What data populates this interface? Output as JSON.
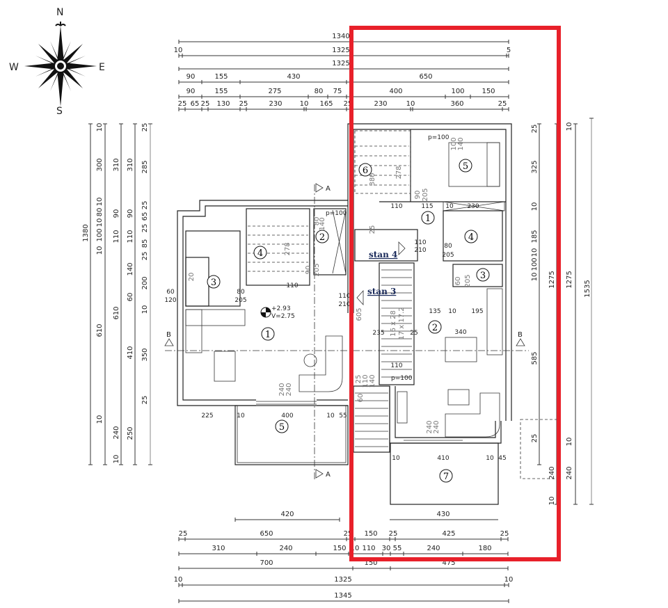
{
  "compass": {
    "north": "N",
    "south": "S",
    "east": "E",
    "west": "W"
  },
  "highlight_color": "#e8202a",
  "dimensions": {
    "top": [
      [
        "1340"
      ],
      [
        "10",
        "1325",
        "5"
      ],
      [
        "1325"
      ],
      [
        "90",
        "155",
        "430",
        "650"
      ],
      [
        "90",
        "155",
        "275",
        "80",
        "75",
        "400",
        "100",
        "150"
      ],
      [
        "25",
        "65",
        "25",
        "130",
        "25",
        "230",
        "10",
        "165",
        "25",
        "230",
        "10",
        "360",
        "25"
      ]
    ],
    "bottom": [
      [
        "420",
        "430"
      ],
      [
        "25",
        "650",
        "25",
        "150",
        "25",
        "425",
        "25"
      ],
      [
        "310",
        "240",
        "150",
        "10",
        "110",
        "30",
        "55",
        "240",
        "180"
      ],
      [
        "700",
        "150",
        "475"
      ],
      [
        "10",
        "1325",
        "10"
      ],
      [
        "1345"
      ]
    ],
    "left": [
      [
        "1380"
      ],
      [
        "10",
        "300",
        "10",
        "80",
        "10",
        "100",
        "10",
        "610",
        "10"
      ],
      [
        "310",
        "90",
        "110",
        "610",
        "240",
        "10"
      ],
      [
        "310",
        "90",
        "110",
        "140",
        "60",
        "410",
        "250"
      ],
      [
        "25",
        "285",
        "25",
        "65",
        "25",
        "85",
        "25",
        "200",
        "10",
        "350",
        "25"
      ]
    ],
    "right": [
      [
        "25",
        "325",
        "10",
        "185",
        "10",
        "100",
        "10",
        "585",
        "25"
      ],
      [
        "1275",
        "240",
        "10"
      ],
      [
        "10",
        "1275",
        "10",
        "240"
      ],
      [
        "1535"
      ]
    ]
  },
  "rooms": {
    "left_unit": [
      "1",
      "2",
      "3",
      "4",
      "5"
    ],
    "right_unit": [
      "1",
      "2",
      "3",
      "4",
      "5",
      "6",
      "7"
    ]
  },
  "annotations": {
    "stan4": "stan 4",
    "stan3": "stan 3",
    "elevation_top": "+2.93",
    "elevation_v": "V=2.75",
    "parapet": "p=100",
    "section_a": "A",
    "section_b": "B"
  },
  "inner_dims": {
    "left": [
      "80",
      "140",
      "278",
      "90",
      "205",
      "110",
      "80",
      "205",
      "60",
      "120",
      "20",
      "240",
      "240",
      "225",
      "10",
      "400",
      "10",
      "55",
      "110",
      "210"
    ],
    "right": [
      "100",
      "140",
      "278",
      "380",
      "90",
      "205",
      "110",
      "115",
      "10",
      "230",
      "25",
      "110",
      "210",
      "80",
      "205",
      "60",
      "205",
      "605",
      "16 x 28",
      "17 x 17.2",
      "235",
      "25",
      "135",
      "10",
      "195",
      "340",
      "110",
      "25",
      "110",
      "140",
      "60",
      "240",
      "240",
      "10",
      "410",
      "10",
      "45"
    ]
  }
}
